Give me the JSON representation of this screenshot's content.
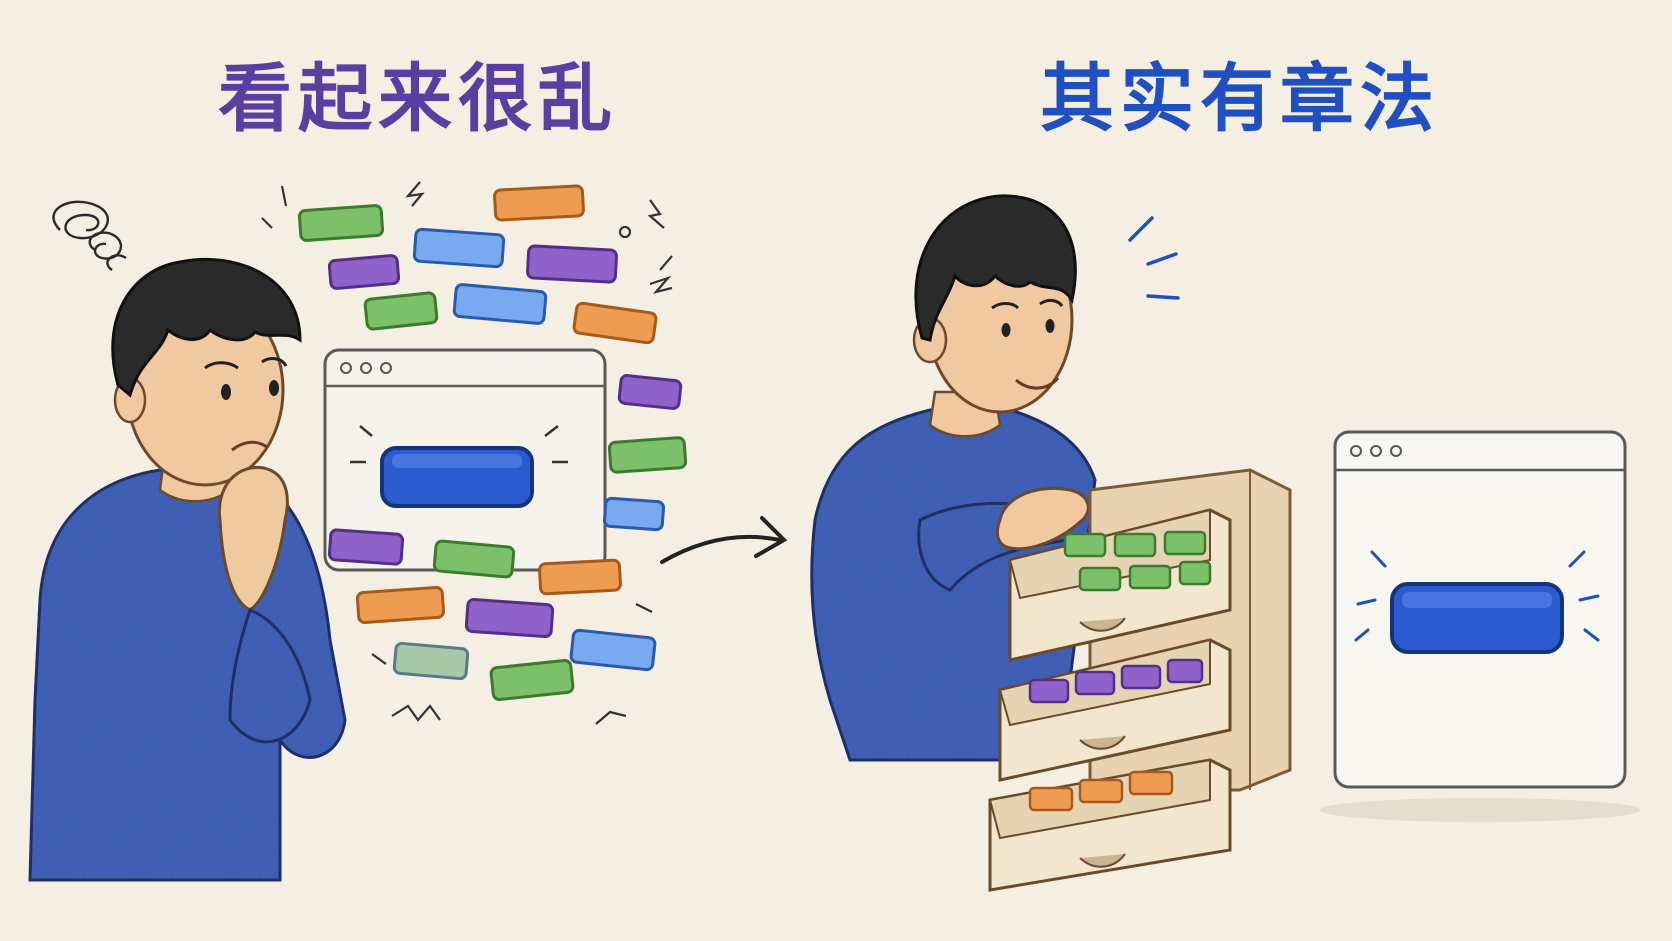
{
  "panels": {
    "left": {
      "title": "看起来很乱"
    },
    "right": {
      "title": "其实有章法"
    }
  },
  "colors": {
    "background": "#f4efe2",
    "title_left": "#5b3fa0",
    "title_right": "#1f4fc0",
    "sweater": "#3f5fb4",
    "hair": "#2a2a2a",
    "skin": "#f0c9a0",
    "button_blue": "#2b5bd0",
    "block_green": "#7cc06a",
    "block_blue": "#79a9ee",
    "block_purple": "#8e62c8",
    "block_orange": "#ee9c52",
    "drawer_wood": "#e8d2b0"
  },
  "icons": {
    "left_scene": [
      "confused-person",
      "dizzy-scribble-icon",
      "browser-window",
      "primary-button",
      "scattered-blocks"
    ],
    "center": [
      "arrow-right-icon"
    ],
    "right_scene": [
      "smiling-person",
      "drawer-cabinet",
      "browser-window",
      "primary-button",
      "sparkle-lines-icon"
    ]
  }
}
